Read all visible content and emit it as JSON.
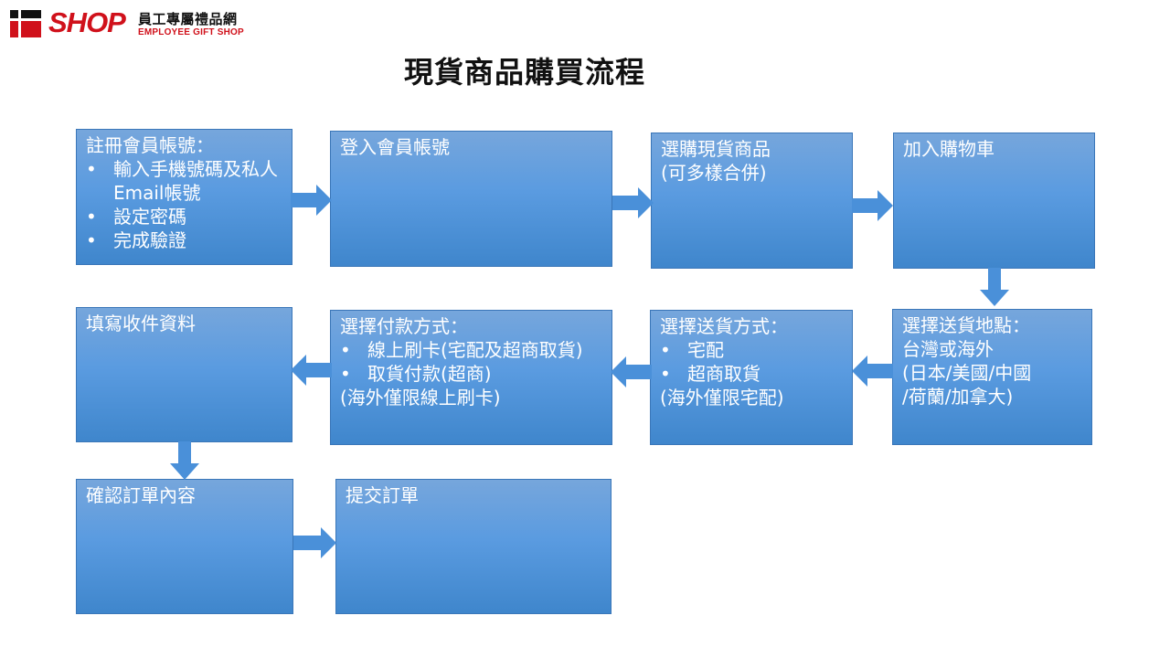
{
  "brand": {
    "name": "SHOP",
    "name_cn": "員工專屬禮品網",
    "name_en": "EMPLOYEE GIFT SHOP",
    "red": "#d0111b"
  },
  "title": "現貨商品購買流程",
  "colors": {
    "box_top": "#76a6dc",
    "box_bottom": "#3f86cc",
    "arrow": "#4a90d9"
  },
  "steps": {
    "register": {
      "title": "註冊會員帳號：",
      "bullets": [
        "輸入手機號碼及私人Email帳號",
        "設定密碼",
        "完成驗證"
      ]
    },
    "login": {
      "title": "登入會員帳號"
    },
    "select": {
      "title": "選購現貨商品",
      "note": "(可多樣合併)"
    },
    "cart": {
      "title": "加入購物車"
    },
    "location": {
      "title": "選擇送貨地點：",
      "lines": [
        "台灣或海外",
        "(日本/美國/中國",
        "/荷蘭/加拿大)"
      ]
    },
    "shipping": {
      "title": "選擇送貨方式：",
      "bullets": [
        "宅配",
        "超商取貨"
      ],
      "note": "(海外僅限宅配)"
    },
    "payment": {
      "title": "選擇付款方式：",
      "bullets": [
        "線上刷卡(宅配及超商取貨)",
        "取貨付款(超商)"
      ],
      "note": "(海外僅限線上刷卡)"
    },
    "recipient": {
      "title": "填寫收件資料"
    },
    "confirm": {
      "title": "確認訂單內容"
    },
    "submit": {
      "title": "提交訂單"
    }
  }
}
